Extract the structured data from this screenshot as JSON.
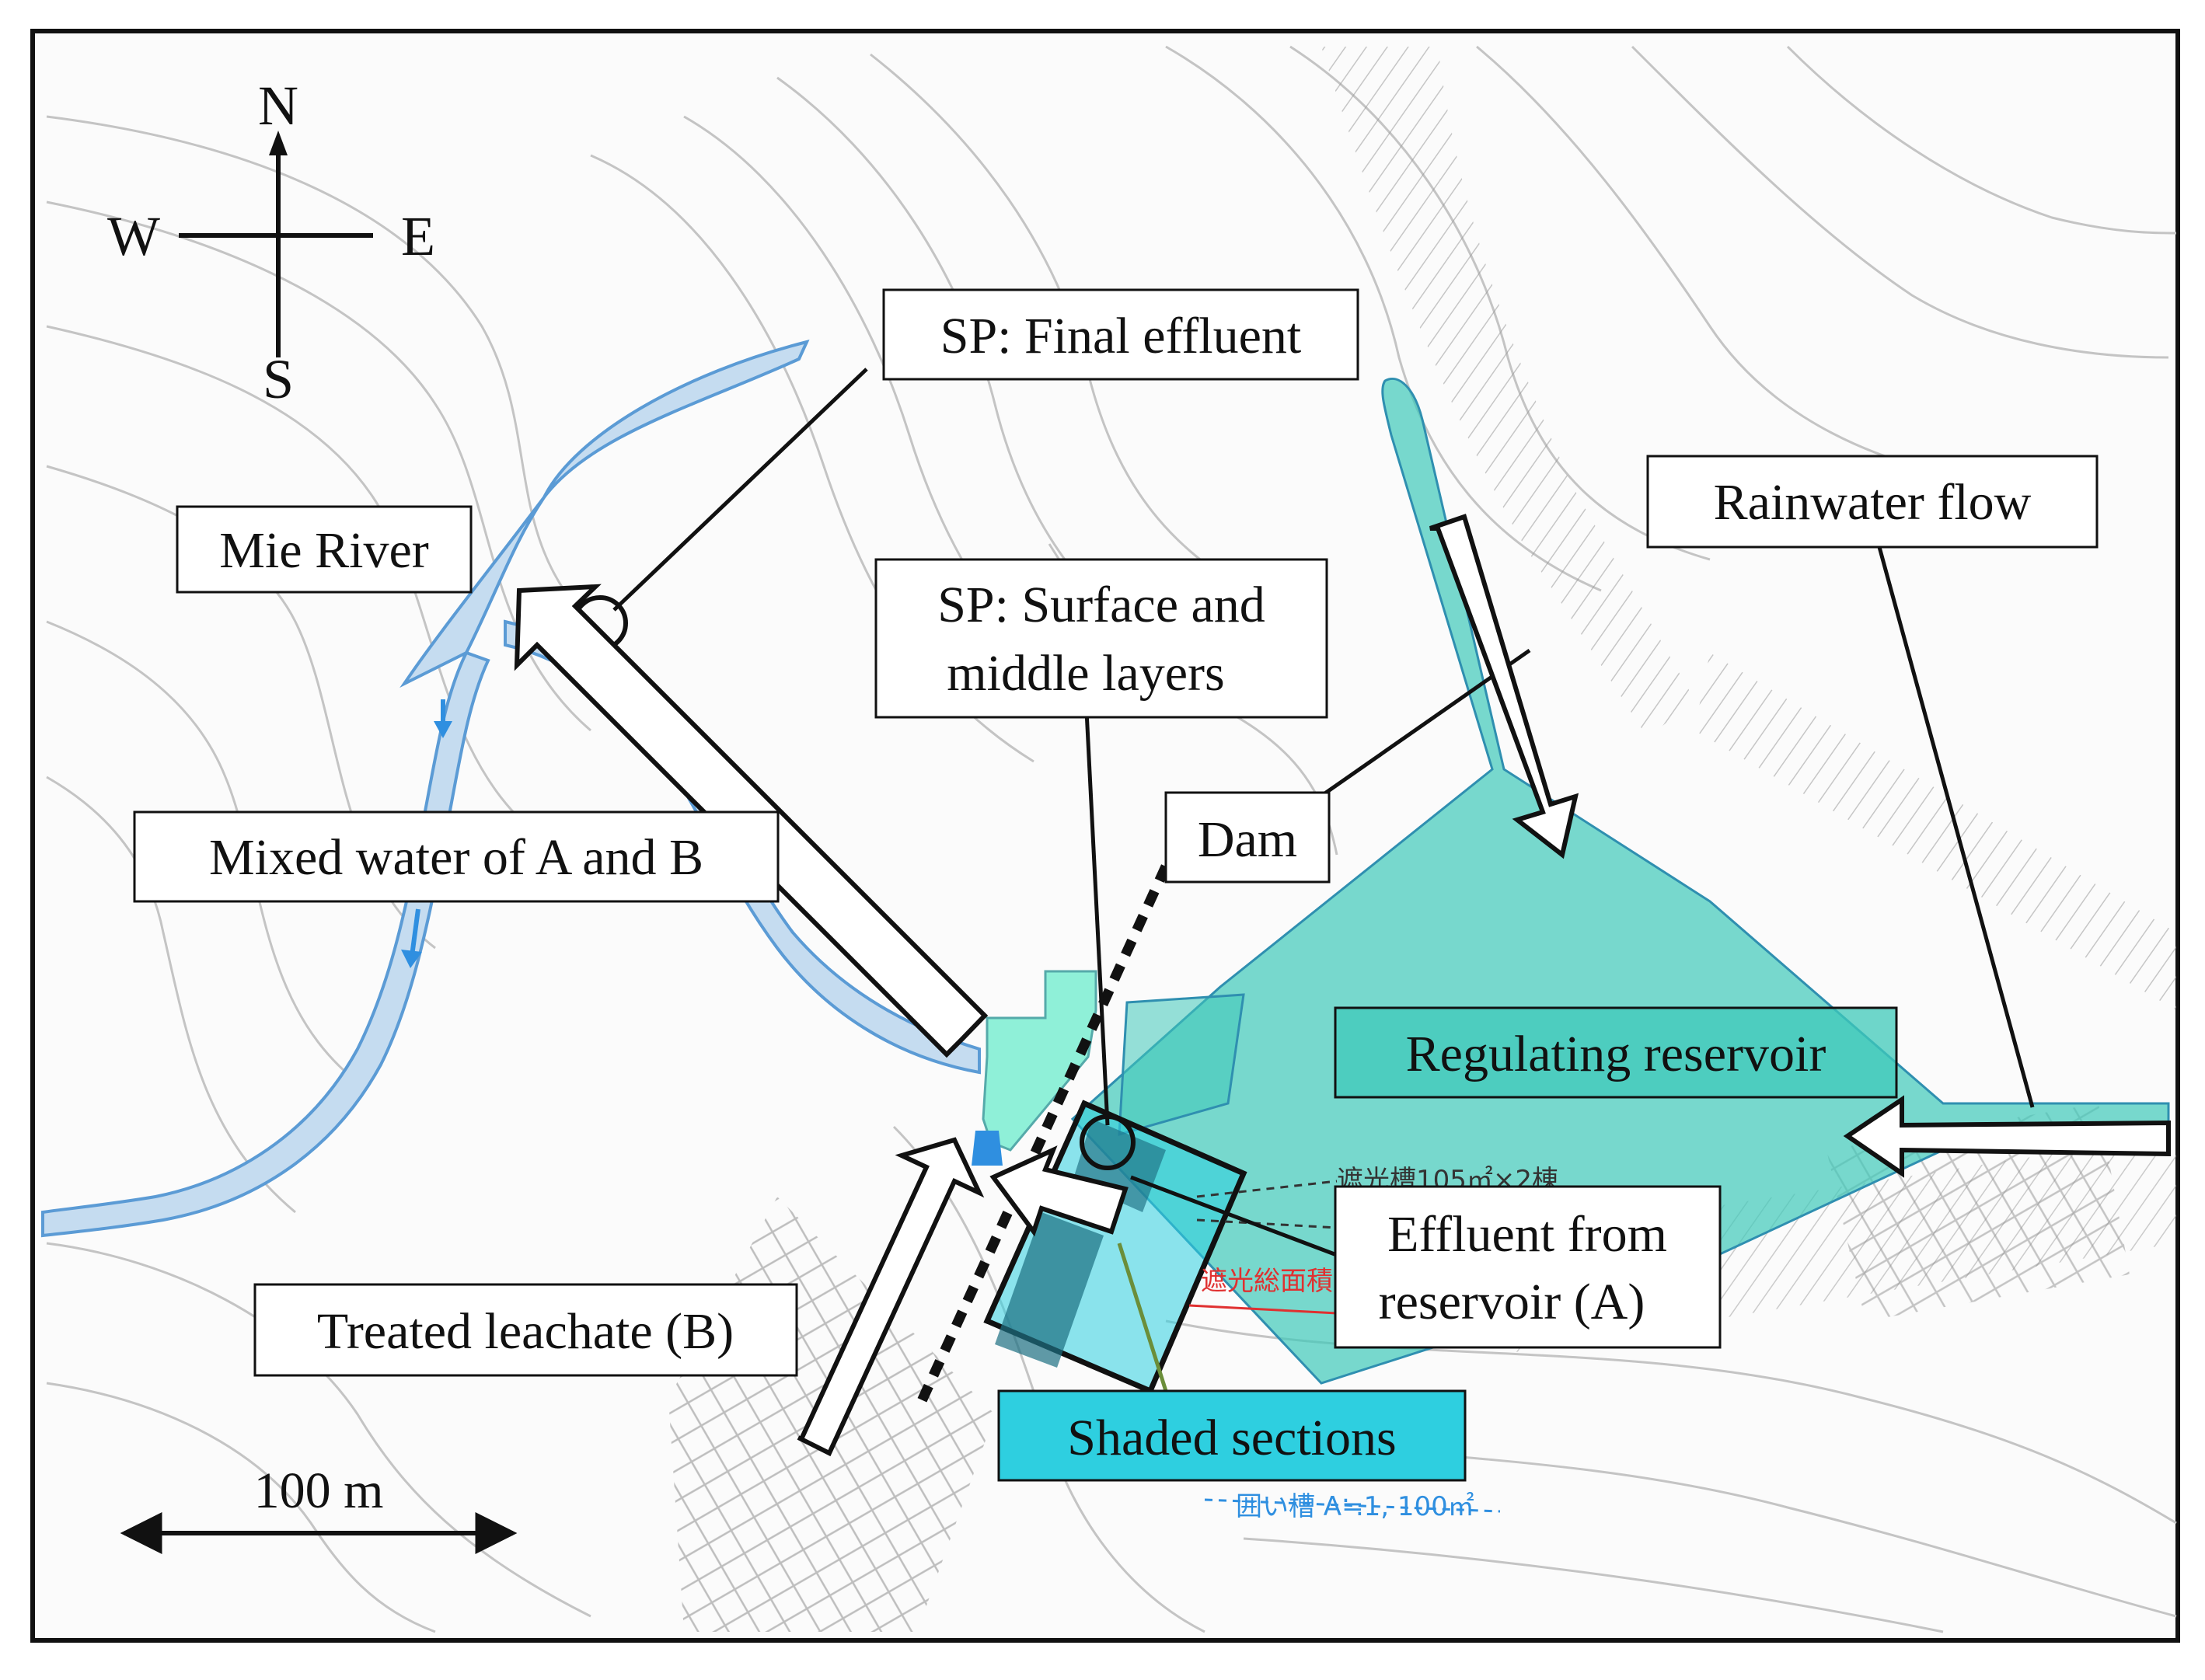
{
  "compass": {
    "north": "N",
    "south": "S",
    "east": "E",
    "west": "W"
  },
  "scale_bar": {
    "label": "100 m"
  },
  "labels": {
    "final_effluent": "SP: Final effluent",
    "mie_river": "Mie River",
    "surface_middle_line1": "SP: Surface and",
    "surface_middle_line2": "middle layers",
    "rainwater_flow": "Rainwater flow",
    "mixed_water": "Mixed water of A and B",
    "dam": "Dam",
    "regulating_reservoir": "Regulating reservoir",
    "effluent_reservoir_line1": "Effluent from",
    "effluent_reservoir_line2": "reservoir (A)",
    "treated_leachate": "Treated leachate (B)",
    "shaded_sections": "Shaded sections"
  },
  "map_annotations": {
    "shading_building": "遮光槽105㎡×2棟",
    "shading_total": "遮光総面積",
    "enclosure_area": "囲い槽 A≒1, 100㎡"
  },
  "colors": {
    "reservoir_fill": "#3fc9b9",
    "river_fill": "#c5dcf0",
    "river_stroke": "#5b9bd5",
    "shaded_box_fill": "#2ecfe0",
    "pond_fill": "#8ff0d8",
    "flow_arrow_blue": "#2f8fe0"
  }
}
